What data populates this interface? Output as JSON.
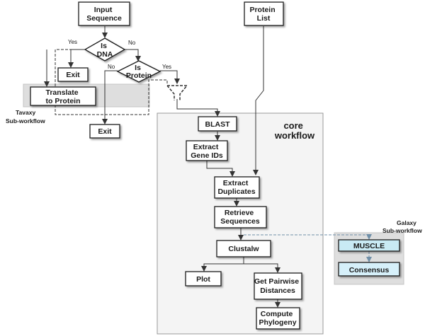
{
  "nodes": {
    "input_sequence": [
      "Input",
      "Sequence"
    ],
    "protein_list": [
      "Protein",
      "List"
    ],
    "is_dna": [
      "Is",
      "DNA"
    ],
    "is_protein": [
      "Is",
      "Protein"
    ],
    "exit_1": "Exit",
    "exit_2": "Exit",
    "translate": [
      "Translate",
      "to Protein"
    ],
    "blast": "BLAST",
    "extract_gene_ids": [
      "Extract",
      "Gene IDs"
    ],
    "extract_duplicates": [
      "Extract",
      "Duplicates"
    ],
    "retrieve_sequences": [
      "Retrieve",
      "Sequences"
    ],
    "clustalw": "Clustalw",
    "plot": "Plot",
    "get_pairwise": [
      "Get Pairwise",
      "Distances"
    ],
    "compute_phylogeny": [
      "Compute",
      "Phylogeny"
    ],
    "muscle": "MUSCLE",
    "consensus": "Consensus"
  },
  "edge_labels": {
    "dna_yes": "Yes",
    "dna_no": "No",
    "protein_no": "No",
    "protein_yes": "Yes"
  },
  "regions": {
    "core_workflow": [
      "core",
      "workflow"
    ],
    "tavaxy": [
      "Tavaxy",
      "Sub-workflow"
    ],
    "galaxy": [
      "Galaxy",
      "Sub-workflow"
    ]
  },
  "colors": {
    "muscle_fill": "#c9eaf4",
    "consensus_fill": "#d6f0fa",
    "region_fill": "#dedede",
    "core_fill": "#f4f4f4"
  }
}
